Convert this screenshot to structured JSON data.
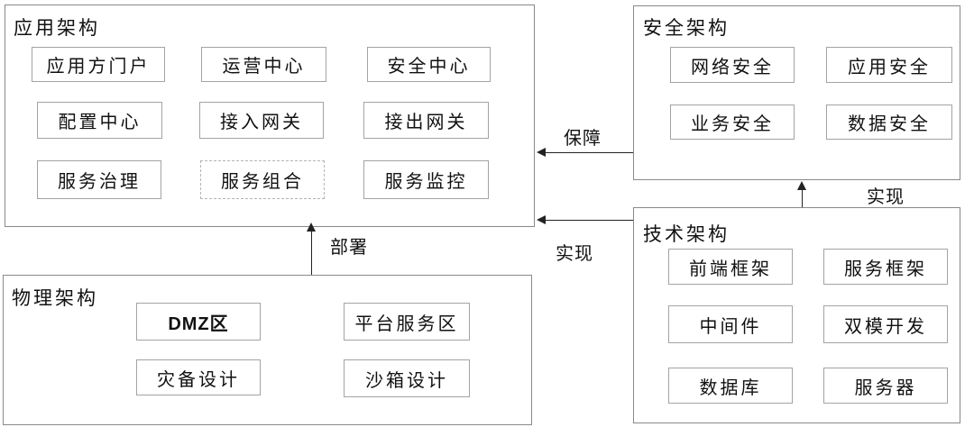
{
  "diagram": {
    "groups": [
      {
        "title": "应用架构",
        "items": [
          "应用方门户",
          "运营中心",
          "安全中心",
          "配置中心",
          "接入网关",
          "接出网关",
          "服务治理",
          "服务组合",
          "服务监控"
        ]
      },
      {
        "title": "安全架构",
        "items": [
          "网络安全",
          "应用安全",
          "业务安全",
          "数据安全"
        ]
      },
      {
        "title": "技术架构",
        "items": [
          "前端框架",
          "服务框架",
          "中间件",
          "双模开发",
          "数据库",
          "服务器"
        ]
      },
      {
        "title": "物理架构",
        "items": [
          "DMZ区",
          "平台服务区",
          "灾备设计",
          "沙箱设计"
        ]
      }
    ],
    "arrows": [
      {
        "label": "保障",
        "from": "安全架构",
        "to": "应用架构",
        "direction": "left"
      },
      {
        "label": "实现",
        "from": "技术架构",
        "to": "应用架构",
        "direction": "left"
      },
      {
        "label": "实现",
        "from": "技术架构",
        "to": "安全架构",
        "direction": "up"
      },
      {
        "label": "部署",
        "from": "物理架构",
        "to": "应用架构",
        "direction": "up"
      }
    ],
    "colors": {
      "background": "#ffffff",
      "outer_border": "#898989",
      "inner_border": "#a3a3a3",
      "dashed_border": "#b4b4b4",
      "arrow": "#222222",
      "text": "#111111"
    }
  }
}
